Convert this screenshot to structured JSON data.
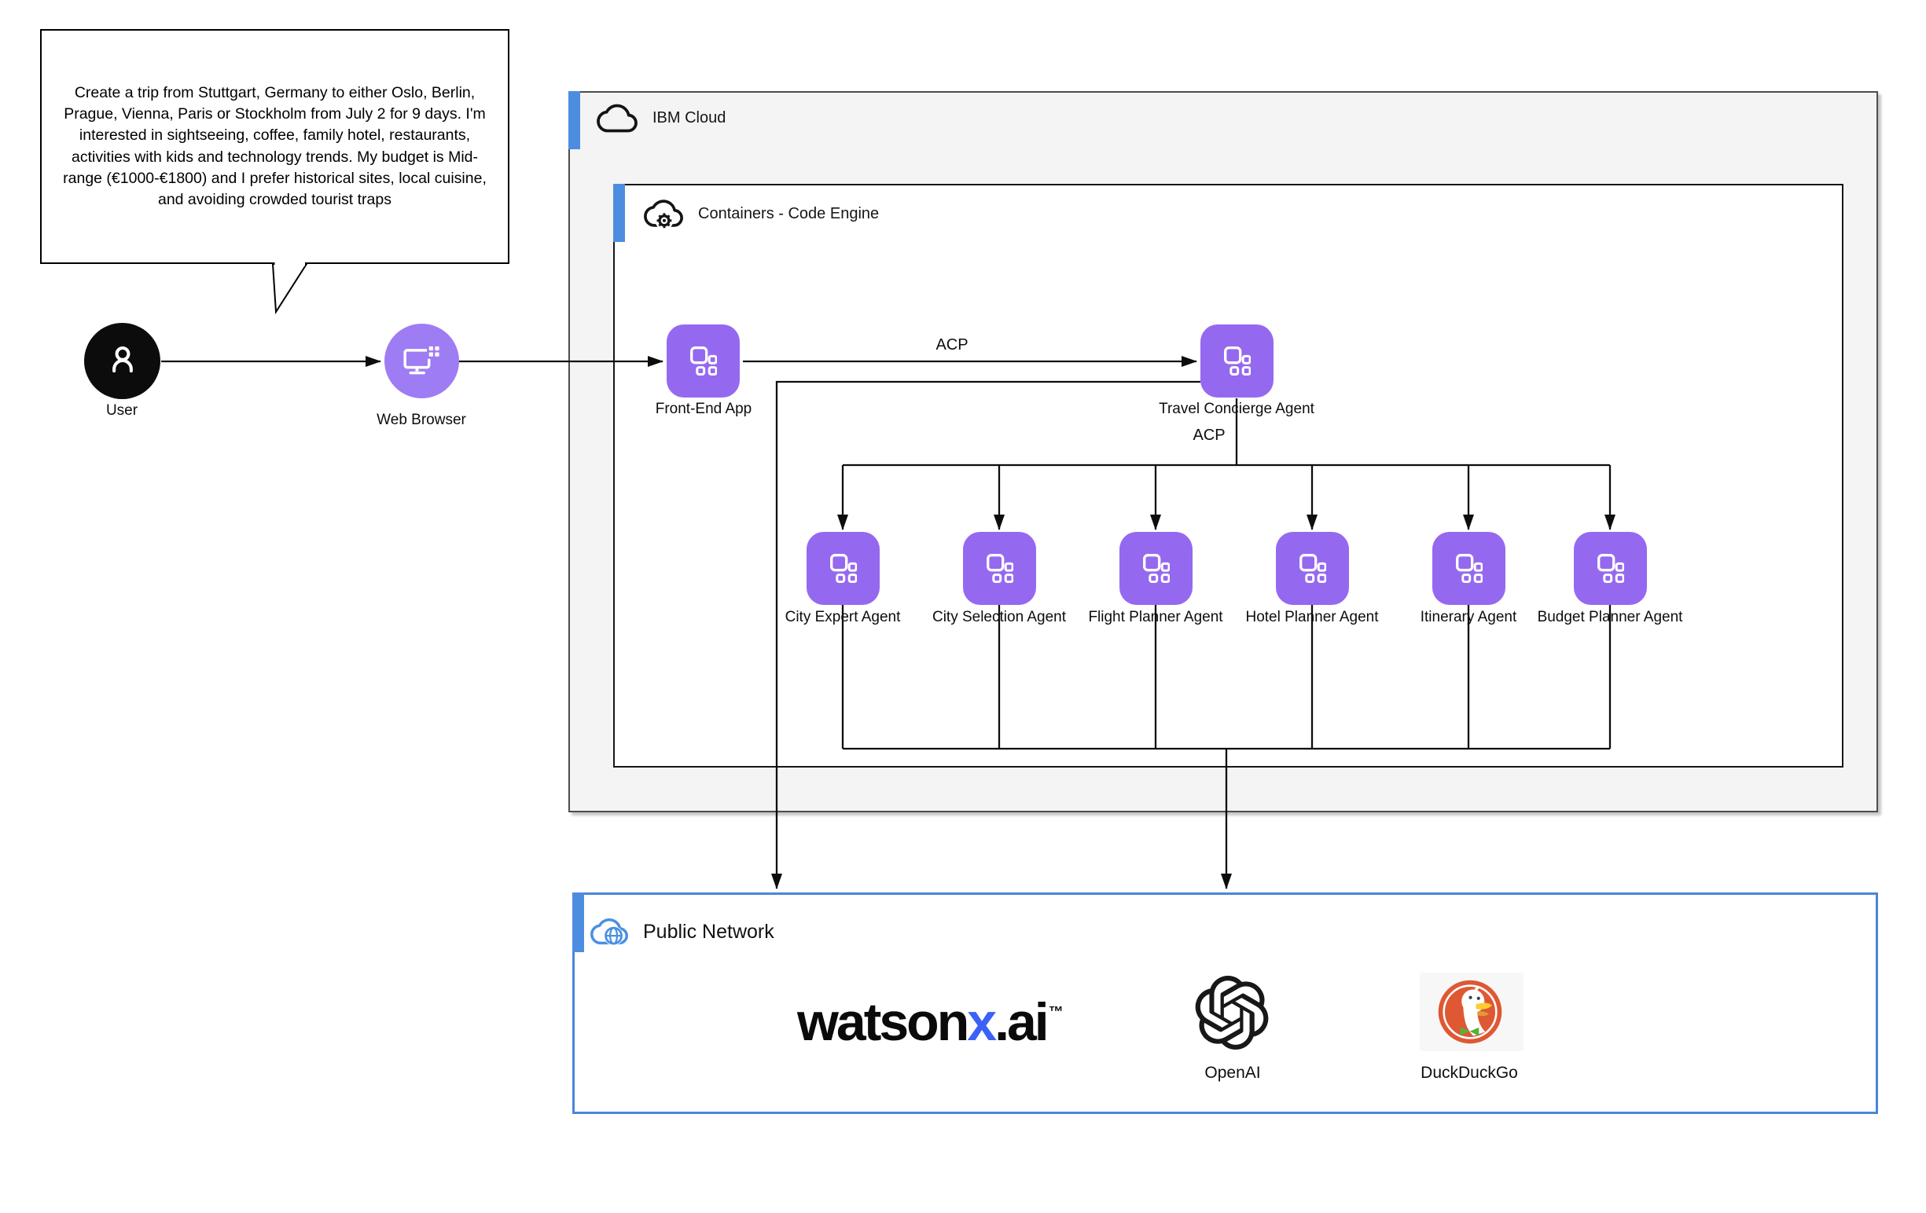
{
  "speech_bubble": {
    "text": "Create a trip from Stuttgart, Germany to either Oslo, Berlin, Prague, Vienna, Paris or Stockholm from July 2 for 9 days. I'm interested in sightseeing, coffee, family hotel, restaurants, activities with kids and technology trends. My budget is Mid-range (€1000-€1800) and I prefer historical sites, local cuisine, and avoiding crowded tourist traps"
  },
  "actors": {
    "user": {
      "label": "User"
    },
    "web_browser": {
      "label": "Web Browser"
    }
  },
  "containers": {
    "ibm_cloud": {
      "label": "IBM Cloud"
    },
    "code_engine": {
      "label": "Containers - Code Engine"
    },
    "public_network": {
      "label": "Public Network"
    }
  },
  "nodes": {
    "front_end_app": {
      "label": "Front-End App"
    },
    "travel_concierge": {
      "label": "Travel Concierge Agent"
    }
  },
  "agents": [
    {
      "label": "City Expert Agent"
    },
    {
      "label": "City Selection Agent"
    },
    {
      "label": "Flight Planner Agent"
    },
    {
      "label": "Hotel Planner Agent"
    },
    {
      "label": "Itinerary Agent"
    },
    {
      "label": "Budget Planner Agent"
    }
  ],
  "edges": {
    "acp_top": "ACP",
    "acp_mid": "ACP"
  },
  "services": {
    "watsonx": {
      "part1": "watson",
      "part2": "x",
      "part3": ".ai",
      "tm": "™"
    },
    "openai": {
      "label": "OpenAI"
    },
    "duckduckgo": {
      "label": "DuckDuckGo"
    }
  },
  "icons": {
    "user": "person-icon",
    "web_browser": "monitor-icon",
    "app_node": "app-squares-icon",
    "ibm_cloud": "cloud-icon",
    "code_engine": "cloud-gear-icon",
    "public_network": "cloud-globe-icon",
    "openai": "openai-logo",
    "duckduckgo": "duckduckgo-logo"
  },
  "colors": {
    "node_purple": "#9569ef",
    "circle_purple": "#9e7cf4",
    "accent_blue": "#4d8de0",
    "public_network_border": "#4a86d8",
    "watsonx_x_blue": "#3b61f6",
    "duckduckgo_orange": "#de5833",
    "openai_black": "#181818",
    "ibm_cloud_bg": "#f4f4f4",
    "line_black": "#0d0d0d"
  }
}
